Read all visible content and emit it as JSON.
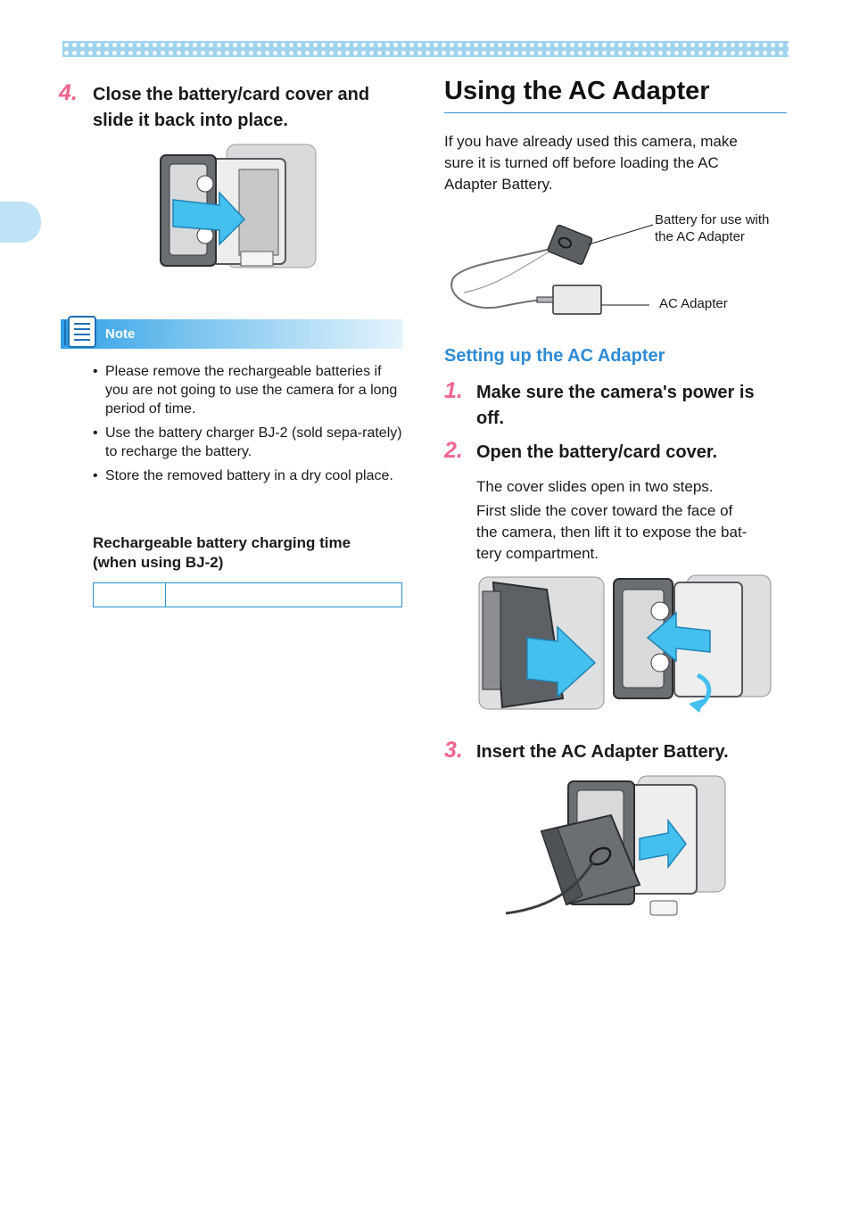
{
  "left_column": {
    "step4": {
      "number": "4.",
      "text_line1": "Close the battery/card cover and",
      "text_line2": "slide it back into place."
    },
    "note": {
      "label": "Note",
      "bullets": [
        "Please remove the rechargeable batteries if you are not going to use the camera for a long period of time.",
        "Use the battery charger BJ-2 (sold sepa-rately) to recharge the battery.",
        "Store the removed battery in a dry cool place."
      ]
    },
    "charging": {
      "heading_line1": "Rechargeable battery charging time",
      "heading_line2": "(when using BJ-2)"
    }
  },
  "right_column": {
    "title": "Using the AC Adapter",
    "intro_line1": "If you have already used this camera, make",
    "intro_line2": "sure it is turned off before loading the AC",
    "intro_line3": "Adapter Battery.",
    "diagram": {
      "label_battery_line1": "Battery for use with",
      "label_battery_line2": "the AC Adapter",
      "label_adapter": "AC Adapter"
    },
    "subheading": "Setting up the AC Adapter",
    "step1": {
      "number": "1.",
      "line1": "Make sure the camera's power is",
      "line2": "off."
    },
    "step2": {
      "number": "2.",
      "text": "Open the battery/card cover.",
      "desc1": "The cover slides open in two steps.",
      "desc2_line1": "First slide the cover toward the face of",
      "desc2_line2": "the camera, then lift it to expose the bat-",
      "desc2_line3": "tery compartment."
    },
    "step3": {
      "number": "3.",
      "text": "Insert the AC Adapter Battery."
    }
  },
  "colors": {
    "accent_blue": "#2e8ad6",
    "step_pink": "#f0658c",
    "arrow_blue": "#44c0ee"
  }
}
